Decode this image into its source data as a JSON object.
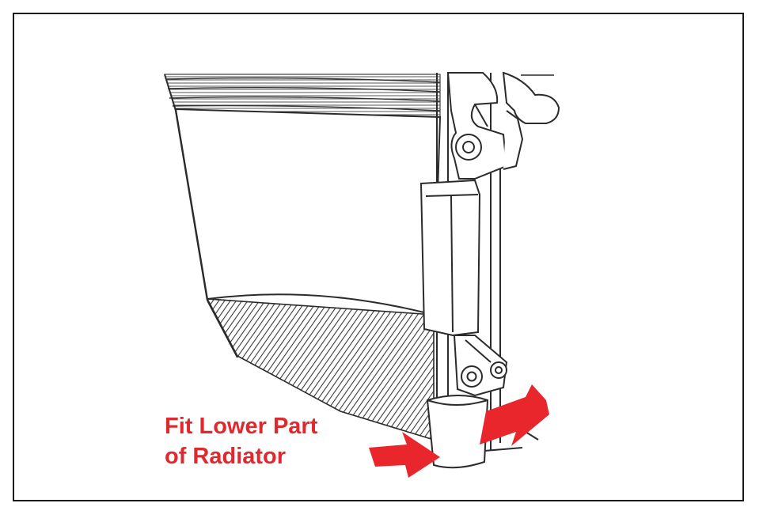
{
  "callout": {
    "line1": "Fit Lower Part",
    "line2": "of Radiator"
  },
  "colors": {
    "callout_text": "#e0282e",
    "arrows": "#e8262c",
    "linework": "#2b2b2b",
    "border": "#1a1a1a"
  },
  "icons": [
    "radiator-illustration",
    "red-arrow-icon"
  ]
}
